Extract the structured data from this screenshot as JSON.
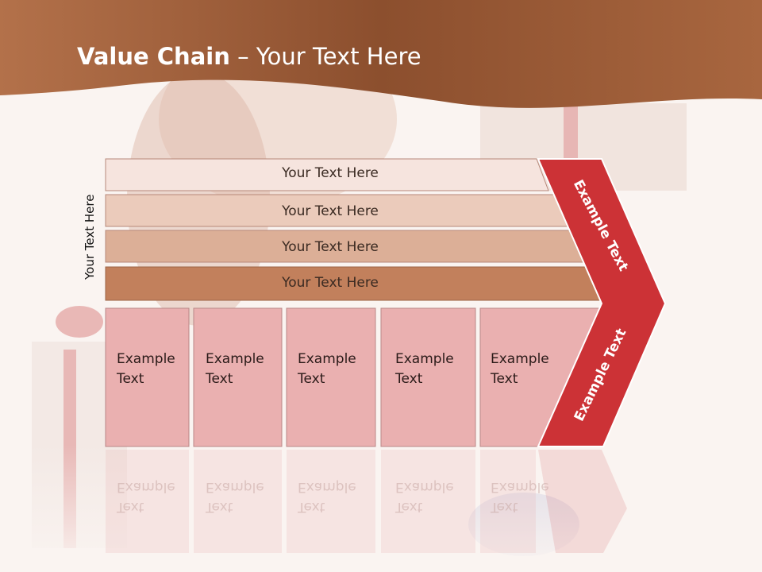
{
  "title": {
    "bold": "Value Chain",
    "rest": " – Your Text Here"
  },
  "side_label": "Your Text Here",
  "bands": [
    {
      "label": "Your Text Here"
    },
    {
      "label": "Your Text Here"
    },
    {
      "label": "Your Text Here"
    },
    {
      "label": "Your Text Here"
    }
  ],
  "columns": [
    {
      "line1": "Example",
      "line2": "Text"
    },
    {
      "line1": "Example",
      "line2": "Text"
    },
    {
      "line1": "Example",
      "line2": "Text"
    },
    {
      "line1": "Example",
      "line2": "Text"
    },
    {
      "line1": "Example",
      "line2": "Text"
    }
  ],
  "chevron": {
    "top_label": "Example Text",
    "bottom_label": "Example Text"
  },
  "colors": {
    "header": "#9a5a36",
    "band1": "#f6e4de",
    "band2": "#ebcbbb",
    "band3": "#dcaf97",
    "band4": "#c2805c",
    "column": "#eab0b0",
    "chevron": "#cc3236"
  }
}
